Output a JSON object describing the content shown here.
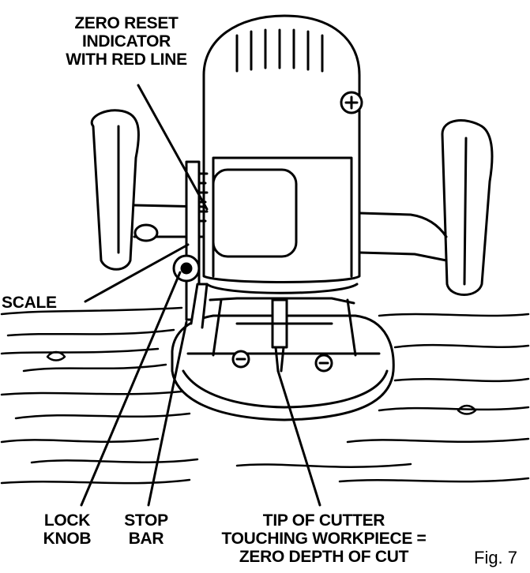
{
  "figure": {
    "number": "Fig. 7",
    "labels": {
      "zero_reset_indicator": [
        "ZERO RESET",
        "INDICATOR",
        "WITH RED LINE"
      ],
      "scale": "SCALE",
      "lock_knob": [
        "LOCK",
        "KNOB"
      ],
      "stop_bar": [
        "STOP",
        "BAR"
      ],
      "tip_of_cutter": [
        "TIP OF CUTTER",
        "TOUCHING WORKPIECE =",
        "ZERO DEPTH OF CUT"
      ]
    }
  }
}
